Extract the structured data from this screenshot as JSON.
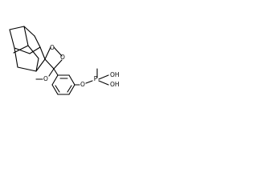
{
  "figure": {
    "kind": "chemical-structure",
    "colors": {
      "bonds": "#000000",
      "labels": "#000000",
      "background": "#ffffff"
    },
    "labels": {
      "ring_o_upper": "O",
      "ring_o_lower": "O",
      "methoxy_o": "O",
      "phosphate_o_link": "O",
      "phosphorus": "P",
      "phosphate_oh_upper": "OH",
      "phosphate_oh_lower": "OH"
    }
  }
}
